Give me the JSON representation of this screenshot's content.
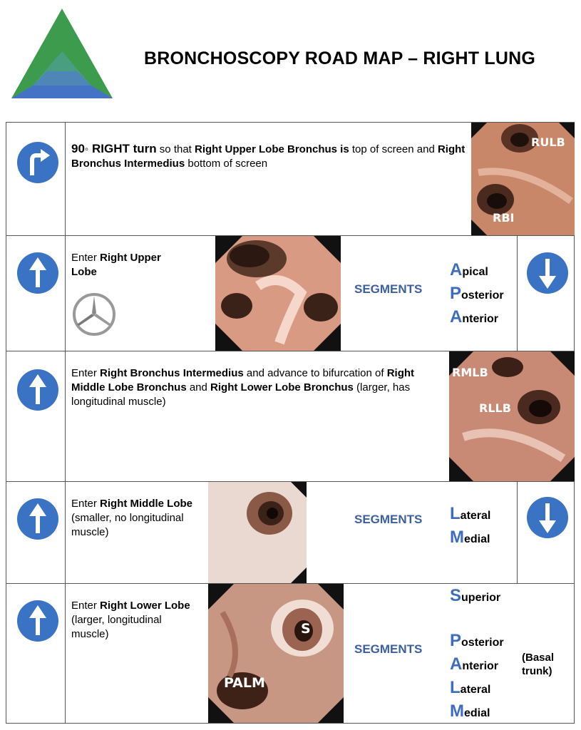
{
  "header": {
    "title": "BRONCHOSCOPY ROAD MAP – RIGHT LUNG"
  },
  "colors": {
    "sign_blue": "#3b73c4",
    "segment_blue": "#3d6cc0",
    "label_blue": "#3c5fa0",
    "logo_green": "#3d9b4e",
    "logo_teal": "#4a9e87",
    "logo_blue": "#4472c4"
  },
  "steps": [
    {
      "icon": "right-turn-sign-icon",
      "text_parts": [
        "90",
        "◦",
        " RIGHT turn",
        " so that ",
        "Right Upper Lobe Bronchus is",
        " top of screen and ",
        "Right Bronchus Intermedius",
        " bottom of screen"
      ],
      "image_labels": [
        "RULB",
        "RBI"
      ]
    },
    {
      "icon": "ahead-arrow-sign-icon",
      "text_parts": [
        "Enter ",
        "Right Upper Lobe"
      ],
      "segments_label": "SEGMENTS",
      "segments": [
        {
          "initial": "A",
          "rest": "pical"
        },
        {
          "initial": "P",
          "rest": "osterior"
        },
        {
          "initial": "A",
          "rest": "nterior"
        }
      ],
      "side_icon": "down-arrow-sign-icon",
      "extra_icon": "mercedes-star-icon"
    },
    {
      "icon": "ahead-arrow-sign-icon",
      "text_parts": [
        "Enter ",
        "Right Bronchus Intermedius",
        " and advance to bifurcation of ",
        "Right Middle Lobe Bronchus",
        " and ",
        "Right Lower Lobe Bronchus",
        " (larger, has longitudinal muscle)"
      ],
      "image_labels": [
        "RMLB",
        "RLLB"
      ]
    },
    {
      "icon": "ahead-arrow-sign-icon",
      "text_parts": [
        "Enter ",
        "Right Middle Lobe",
        " (smaller, no longitudinal muscle)"
      ],
      "segments_label": "SEGMENTS",
      "segments": [
        {
          "initial": "L",
          "rest": "ateral"
        },
        {
          "initial": "M",
          "rest": "edial"
        }
      ],
      "side_icon": "down-arrow-sign-icon"
    },
    {
      "icon": "ahead-arrow-sign-icon",
      "text_parts": [
        "Enter ",
        "Right Lower Lobe",
        " (larger, longitudinal muscle)"
      ],
      "segments_label": "SEGMENTS",
      "segments": [
        {
          "initial": "S",
          "rest": "uperior"
        },
        {
          "initial": "P",
          "rest": "osterior"
        },
        {
          "initial": "A",
          "rest": "nterior"
        },
        {
          "initial": "L",
          "rest": "ateral"
        },
        {
          "initial": "M",
          "rest": "edial"
        }
      ],
      "basal_note": "(Basal trunk)",
      "image_labels": [
        "S",
        "PALM"
      ]
    }
  ]
}
